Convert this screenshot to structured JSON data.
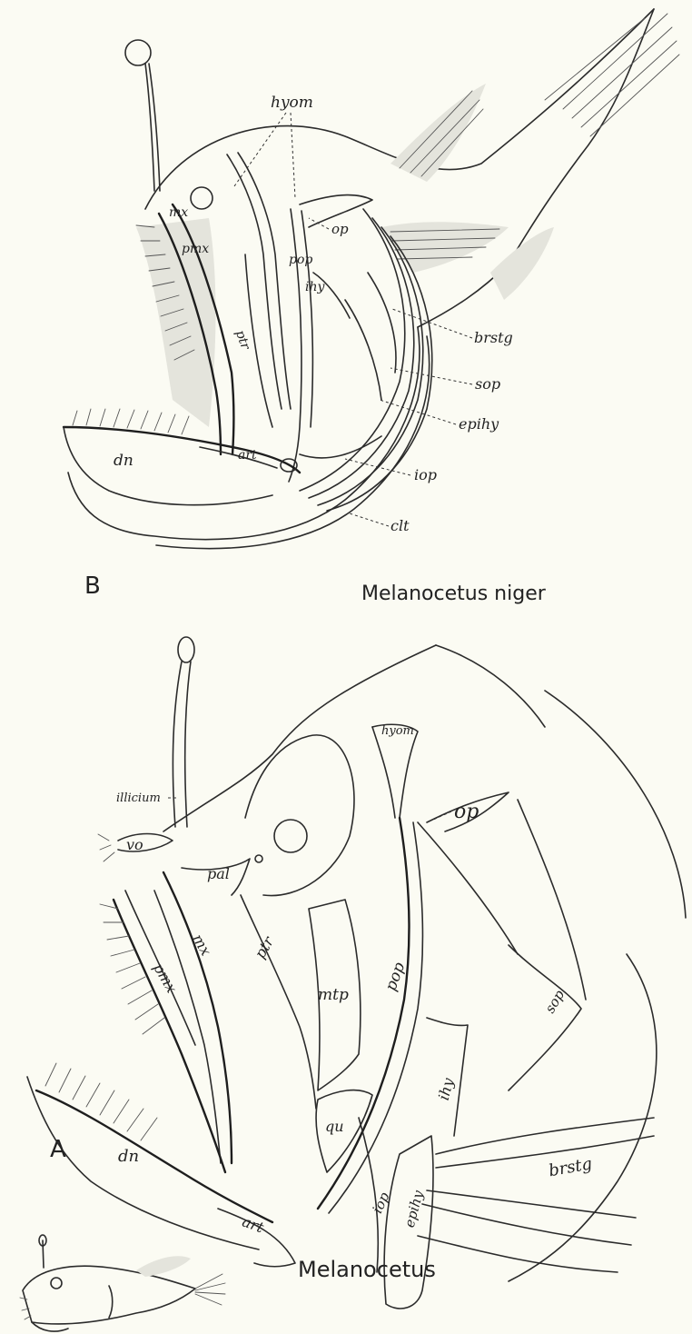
{
  "panel_b": {
    "letter": "B",
    "caption": "Melanocetus niger",
    "labels": {
      "hyom": "hyom",
      "mx": "mx",
      "pmx": "pmx",
      "op": "op",
      "pop": "pop",
      "ihy": "ihy",
      "ptr": "ptr",
      "dn": "dn",
      "art": "art",
      "brstg": "brstg",
      "sop": "sop",
      "epihy": "epihy",
      "iop": "iop",
      "clt": "clt"
    }
  },
  "panel_a": {
    "letter": "A",
    "caption": "Melanocetus",
    "labels": {
      "hyom": "hyom",
      "illicium": "illicium",
      "op": "op",
      "vo": "vo",
      "pal": "pal",
      "mx": "mx",
      "pmx": "pmx",
      "ptr": "ptr",
      "mtp": "mtp",
      "pop": "pop",
      "qu": "qu",
      "ihy": "ihy",
      "sop": "sop",
      "brstg": "brstg",
      "dn": "dn",
      "iop": "iop",
      "epihy": "epihy",
      "art": "art"
    }
  }
}
